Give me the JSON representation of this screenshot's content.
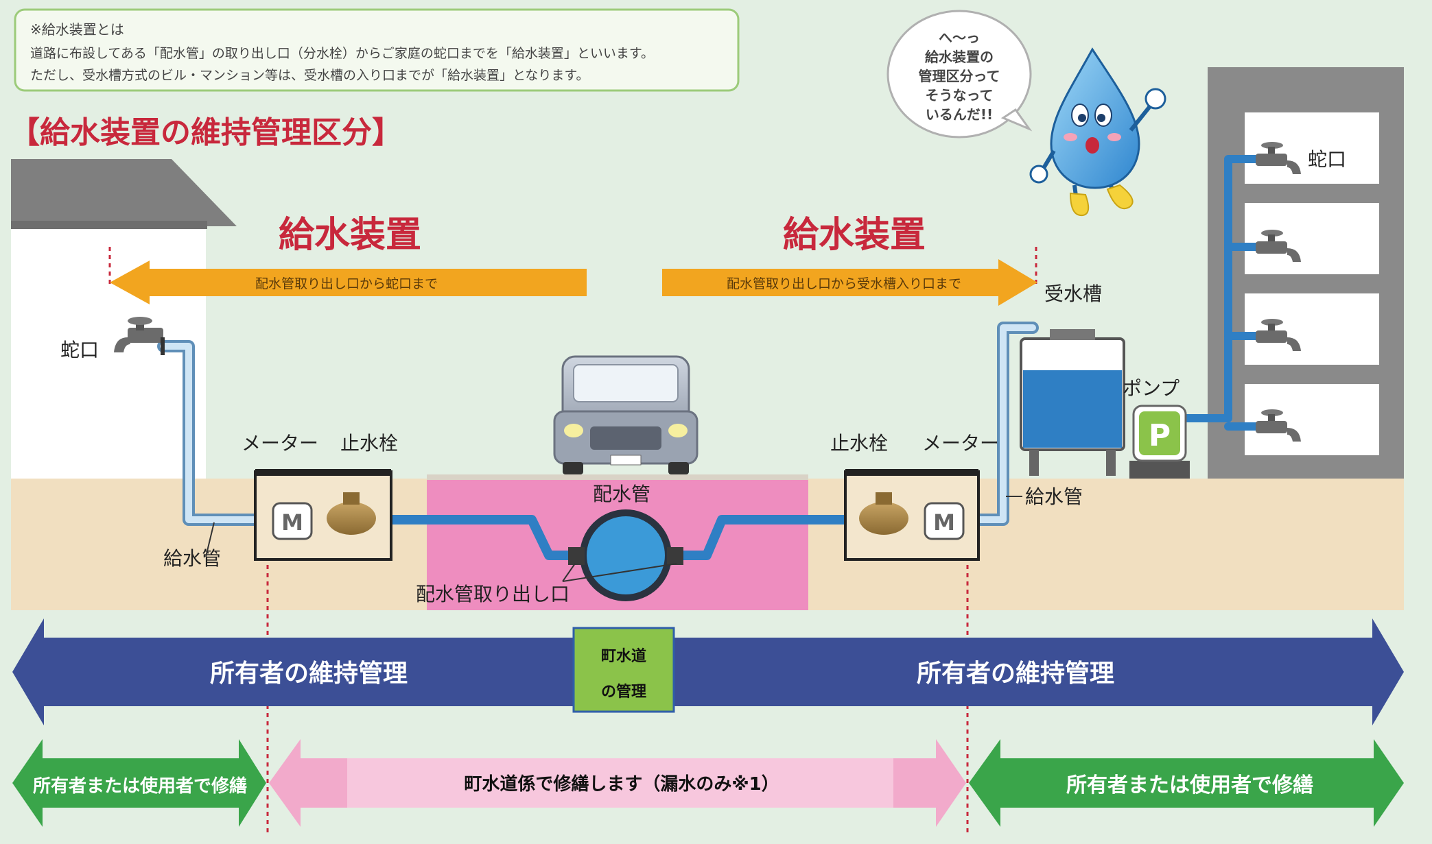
{
  "note": {
    "line1": "※給水装置とは",
    "line2": "道路に布設してある「配水管」の取り出し口（分水栓）からご家庭の蛇口までを「給水装置」といいます。",
    "line3": "ただし、受水槽方式のビル・マンション等は、受水槽の入り口までが「給水装置」となります。"
  },
  "title": "【給水装置の維持管理区分】",
  "left_section": {
    "heading": "給水装置",
    "arrow_text": "配水管取り出し口から蛇口まで",
    "faucet_label": "蛇口",
    "meter_label": "メーター",
    "stopcock_label": "止水栓",
    "pipe_label": "給水管",
    "meter_letter": "M"
  },
  "right_section": {
    "heading": "給水装置",
    "arrow_text": "配水管取り出し口から受水槽入り口まで",
    "tank_label": "受水槽",
    "pump_label": "ポンプ",
    "pump_letter": "P",
    "stopcock_label": "止水栓",
    "meter_label": "メーター",
    "pipe_label": "給水管",
    "faucet_label": "蛇口",
    "meter_letter": "M"
  },
  "center": {
    "main_label": "配水管",
    "outlet_label": "配水管取り出し口"
  },
  "speech_bubble": [
    "へ〜っ",
    "給水装置の",
    "管理区分って",
    "そうなって",
    "いるんだ!!"
  ],
  "management_bar": {
    "left": "所有者の維持管理",
    "center_line1": "町水道",
    "center_line2": "の管理",
    "right": "所有者の維持管理"
  },
  "repair_bar": {
    "left": "所有者または使用者で修繕",
    "center": "町水道係で修繕します（漏水のみ※1）",
    "right": "所有者または使用者で修繕"
  },
  "colors": {
    "background": "#e3efe3",
    "title_red": "#c8283c",
    "supply_arrow": "#f2a51f",
    "owner_bar": "#3c4f96",
    "town_box": "#8bc34a",
    "repair_green": "#3aa54a",
    "repair_pink": "#f2aacb",
    "road_pink": "#ee8dbf",
    "ground": "#f1dfc0",
    "water": "#3b9ad8"
  }
}
